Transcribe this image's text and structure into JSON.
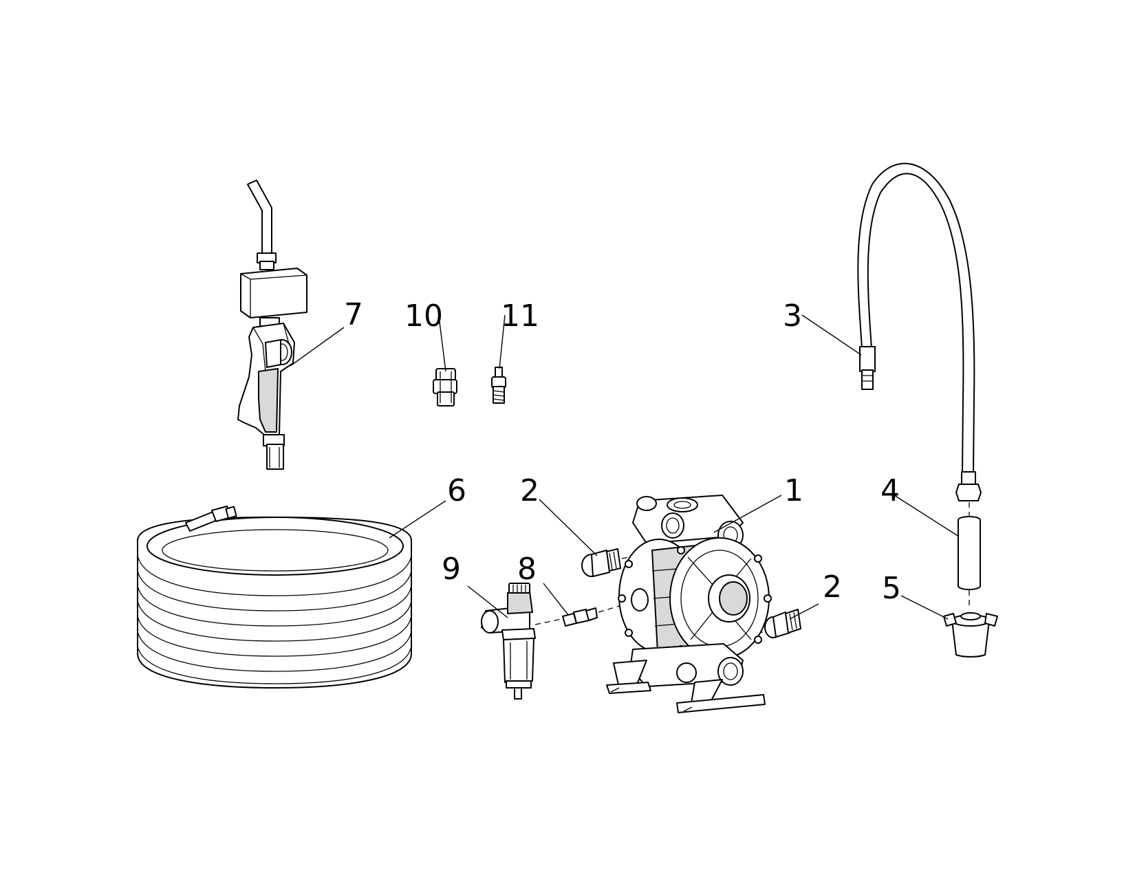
{
  "diagram": {
    "callouts": [
      {
        "id": "pump",
        "text": "1"
      },
      {
        "id": "fitting-upper",
        "text": "2"
      },
      {
        "id": "fitting-lower",
        "text": "2"
      },
      {
        "id": "hose-upper",
        "text": "3"
      },
      {
        "id": "suction-tube",
        "text": "4"
      },
      {
        "id": "strainer",
        "text": "5"
      },
      {
        "id": "hose-coil",
        "text": "6"
      },
      {
        "id": "nozzle",
        "text": "7"
      },
      {
        "id": "nipple",
        "text": "8"
      },
      {
        "id": "filter-regulator",
        "text": "9"
      },
      {
        "id": "quick-coupler",
        "text": "10"
      },
      {
        "id": "plug",
        "text": "11"
      }
    ]
  }
}
